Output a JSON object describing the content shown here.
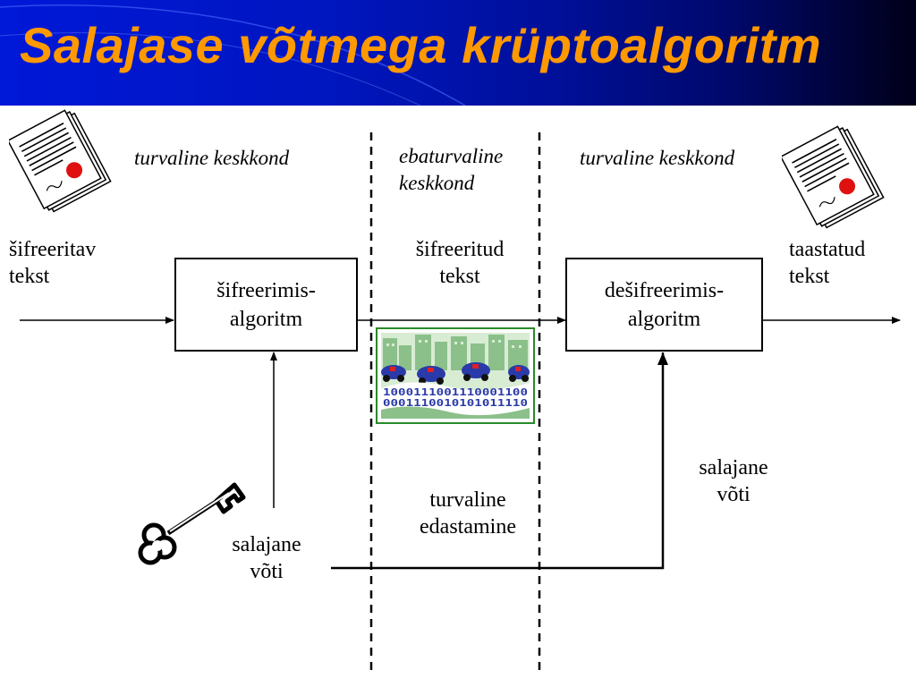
{
  "title": "Salajase võtmega krüptoalgoritm",
  "zones": {
    "left": "turvaline keskkond",
    "middle_line1": "ebaturvaline",
    "middle_line2": "keskkond",
    "right": "turvaline keskkond"
  },
  "input_text": {
    "line1": "šifreeritav",
    "line2": "tekst"
  },
  "encrypt_box": {
    "line1": "šifreerimis-",
    "line2": "algoritm"
  },
  "ciphertext": {
    "line1": "šifreeritud",
    "line2": "tekst"
  },
  "decrypt_box": {
    "line1": "dešifreerimis-",
    "line2": "algoritm"
  },
  "output_text": {
    "line1": "taastatud",
    "line2": "tekst"
  },
  "secret_key_left": {
    "line1": "salajane",
    "line2": "võti"
  },
  "secure_transfer": {
    "line1": "turvaline",
    "line2": "edastamine"
  },
  "secret_key_right": {
    "line1": "salajane",
    "line2": "võti"
  },
  "binary_art": {
    "row1": "1000111001110001100",
    "row2": "0001110010101011110"
  },
  "colors": {
    "title": "#ff9900",
    "header_blue": "#0018d8",
    "header_dark": "#000018",
    "seal_red": "#e01010"
  },
  "icons": {
    "document_left": "certificate-document-icon",
    "document_right": "certificate-document-icon",
    "key": "key-icon",
    "transmission": "city-cars-binary-icon"
  }
}
